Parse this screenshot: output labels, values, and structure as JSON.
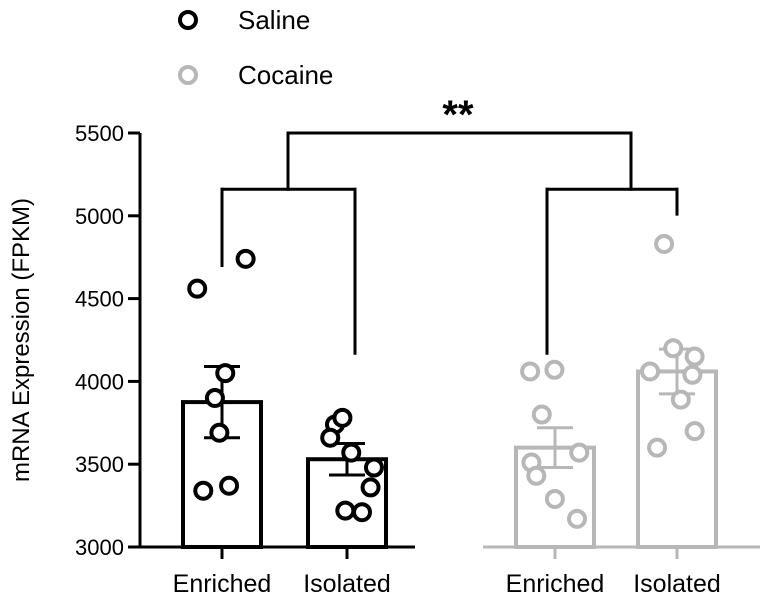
{
  "chart_data": {
    "type": "bar",
    "ylabel": "mRNA Expression (FPKM)",
    "ylim": [
      3000,
      5500
    ],
    "yticks": [
      "3000",
      "3500",
      "4000",
      "4500",
      "5000",
      "5500"
    ],
    "yticks_values": [
      3000,
      3500,
      4000,
      4500,
      5000,
      5500
    ],
    "categories": [
      "Enriched",
      "Isolated",
      "Enriched",
      "Isolated"
    ],
    "legend": [
      {
        "label": "Saline",
        "color": "#000000"
      },
      {
        "label": "Cocaine",
        "color": "#b7b7b7"
      }
    ],
    "significance": "**",
    "series": [
      {
        "name": "Saline",
        "color": "#000000",
        "groups": [
          {
            "category": "Enriched",
            "mean": 3875,
            "sem": 215,
            "points": [
              4740,
              4560,
              4050,
              3900,
              3690,
              3370,
              3340
            ]
          },
          {
            "category": "Isolated",
            "mean": 3530,
            "sem": 95,
            "points": [
              3740,
              3780,
              3660,
              3570,
              3480,
              3360,
              3220,
              3210
            ]
          }
        ]
      },
      {
        "name": "Cocaine",
        "color": "#b7b7b7",
        "groups": [
          {
            "category": "Enriched",
            "mean": 3600,
            "sem": 120,
            "points": [
              4060,
              4070,
              3800,
              3570,
              3510,
              3430,
              3290,
              3170
            ]
          },
          {
            "category": "Isolated",
            "mean": 4060,
            "sem": 135,
            "points": [
              4830,
              4200,
              4150,
              4040,
              4060,
              3890,
              3700,
              3600
            ]
          }
        ]
      }
    ]
  }
}
